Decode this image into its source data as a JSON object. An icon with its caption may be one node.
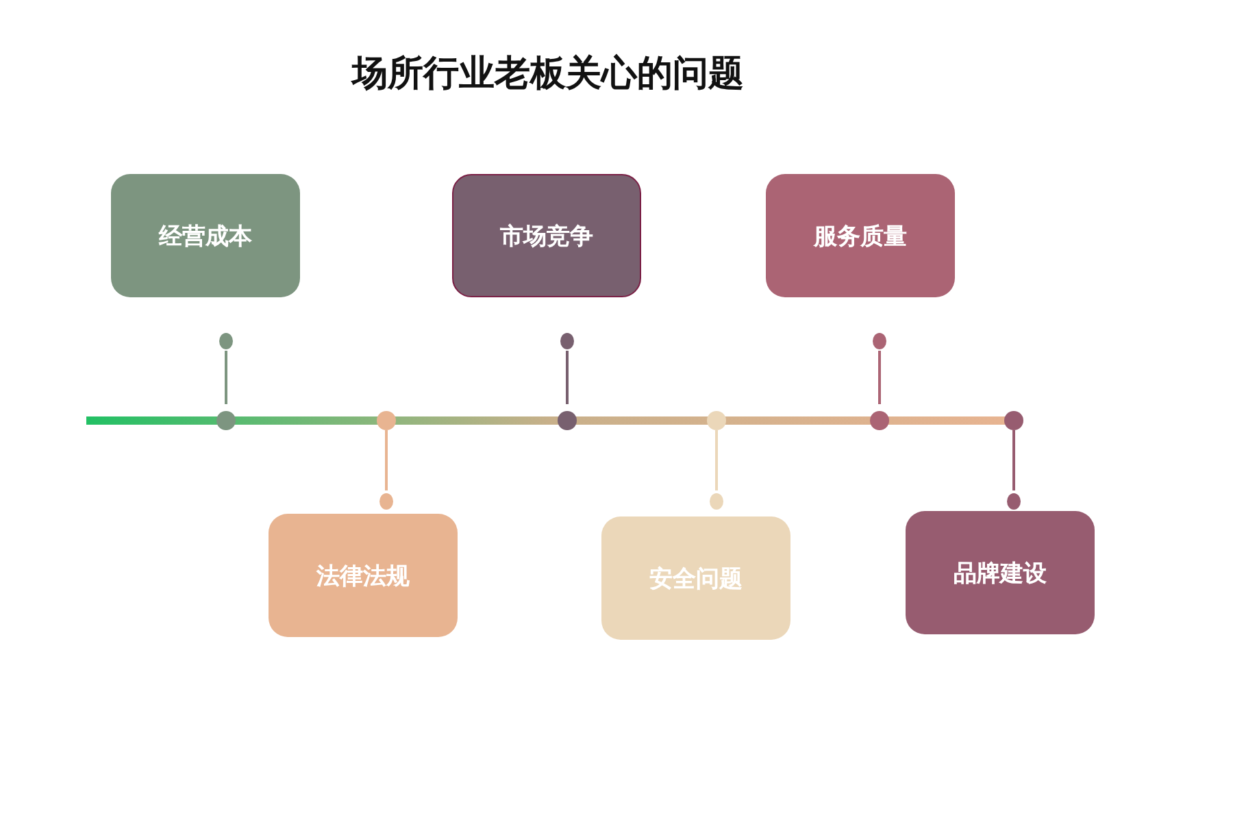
{
  "diagram": {
    "title": "场所行业老板关心的问题",
    "nodes": [
      {
        "text": [
          "经营成本"
        ]
      },
      {
        "text": [
          "法律法规"
        ]
      },
      {
        "text": [
          "市场竞争"
        ]
      },
      {
        "text": [
          "安全问题"
        ]
      },
      {
        "text": [
          "服务质量"
        ]
      },
      {
        "text": [
          "品牌建设"
        ]
      }
    ]
  }
}
